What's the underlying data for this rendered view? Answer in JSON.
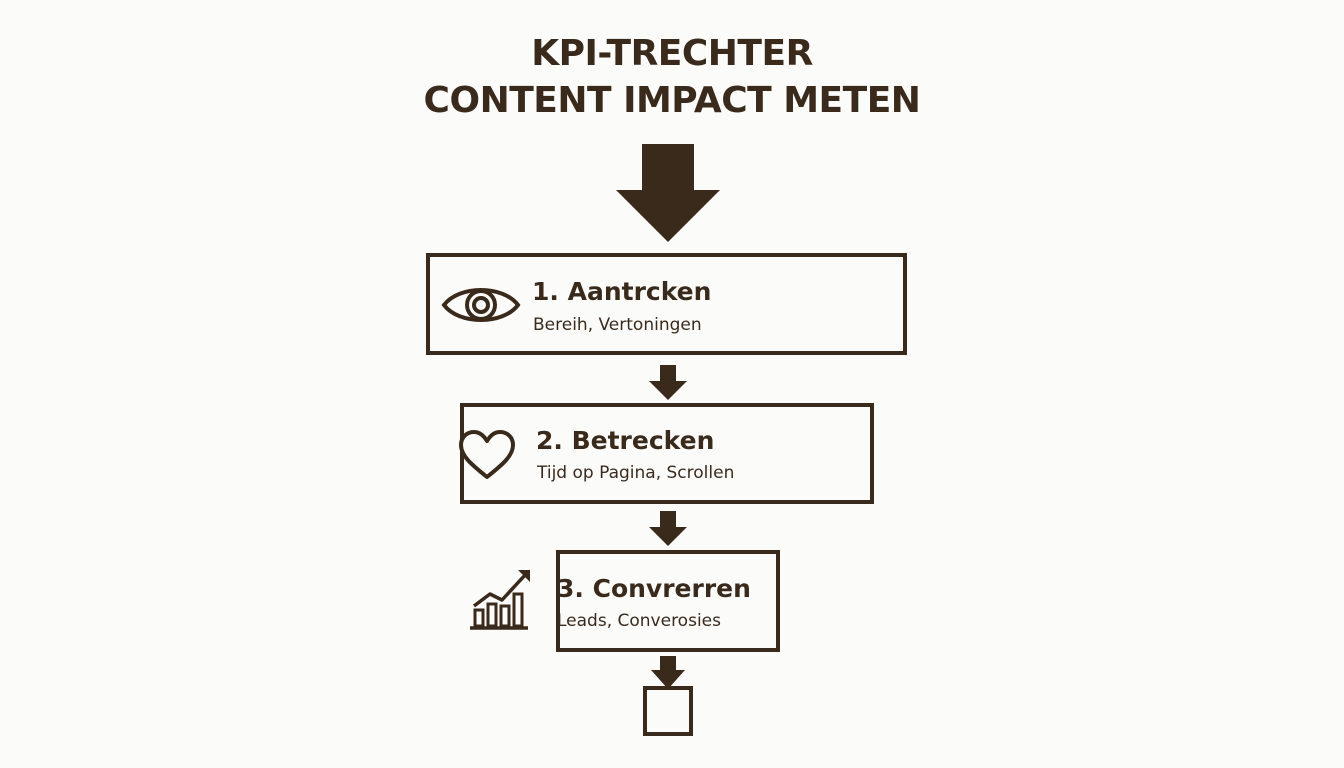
{
  "title": {
    "line1": "KPI-TRECHTER",
    "line2": "CONTENT IMPACT METEN"
  },
  "stages": [
    {
      "title": "1. Aantrcken",
      "subtitle": "Bereih, Vertoningen",
      "icon": "eye-icon"
    },
    {
      "title": "2. Betrecken",
      "subtitle": "Tijd op Pagina, Scrollen",
      "icon": "heart-icon"
    },
    {
      "title": "3. Convrerren",
      "subtitle": "Leads, Converosies",
      "icon": "bar-chart-trend-icon"
    }
  ],
  "colors": {
    "ink": "#3a2a1c",
    "background": "#fbfbfa"
  }
}
